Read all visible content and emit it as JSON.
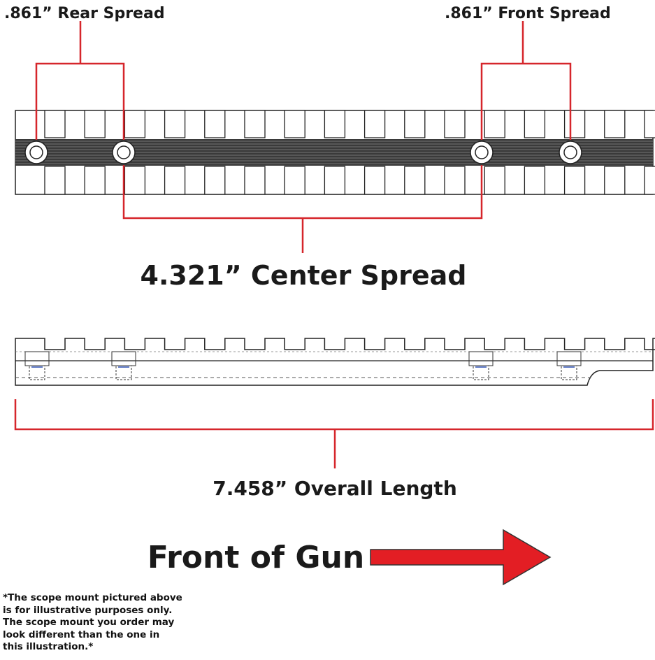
{
  "labels": {
    "rear_spread": ".861” Rear Spread",
    "front_spread": ".861” Front Spread",
    "center_spread": "4.321” Center Spread",
    "overall_length": "7.458” Overall Length",
    "front_of_gun": "Front of Gun"
  },
  "disclaimer": {
    "lines": [
      "*The scope mount pictured above",
      "is for illustrative purposes only.",
      "The scope mount you order may",
      "look different than the one in",
      "this illustration.*"
    ]
  },
  "colors": {
    "callout": "#d6262b",
    "arrow": "#e31e24",
    "outline": "#222222",
    "rail_groove": "#333333"
  },
  "icons": {
    "arrow": "right-arrow-icon"
  }
}
